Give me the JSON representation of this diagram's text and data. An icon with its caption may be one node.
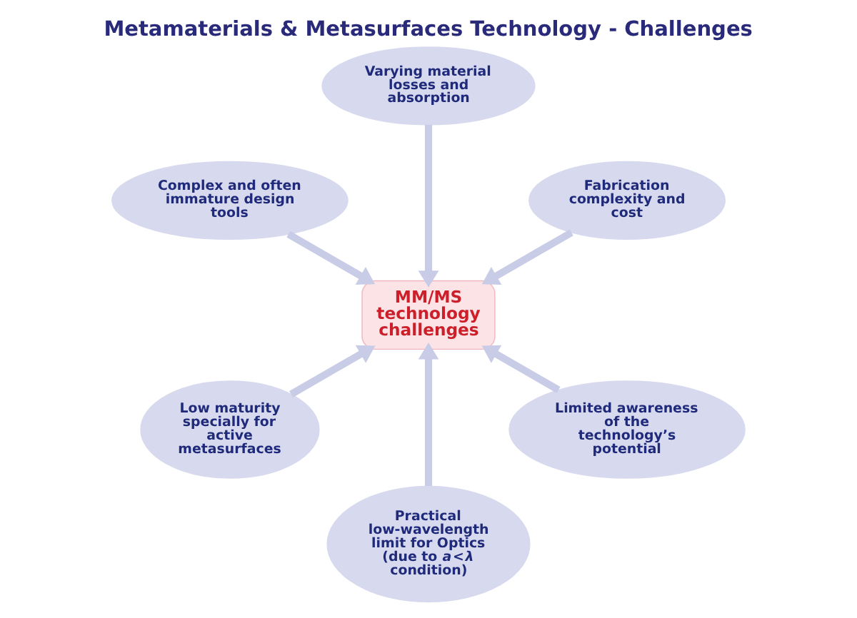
{
  "diagram": {
    "title": "Metamaterials & Metasurfaces Technology - Challenges",
    "nodes": [
      {
        "text": [
          "Fabrication complexity and cost"
        ]
      },
      {
        "text": [
          "Varying material losses and absorption"
        ]
      },
      {
        "text": [
          "Complex and often immature design tools"
        ]
      },
      {
        "text": [
          "MM/MS technology challenges"
        ]
      },
      {
        "text": [
          "Low maturity specially for active metasurfaces"
        ]
      },
      {
        "text": [
          "Practical low-wavelength limit for Optics (due to *a*<*λ* condition)"
        ]
      },
      {
        "text": [
          "Limited awareness of the technology’s potential"
        ]
      }
    ],
    "edges": [
      {
        "from": 0,
        "to": 3,
        "arrow": "to"
      },
      {
        "from": 1,
        "to": 3,
        "arrow": "to"
      },
      {
        "from": 4,
        "to": 3,
        "arrow": "to"
      },
      {
        "from": 6,
        "to": 3,
        "arrow": "to"
      },
      {
        "from": 5,
        "to": 3,
        "arrow": "to"
      },
      {
        "from": 2,
        "to": 3,
        "arrow": "to"
      }
    ]
  }
}
